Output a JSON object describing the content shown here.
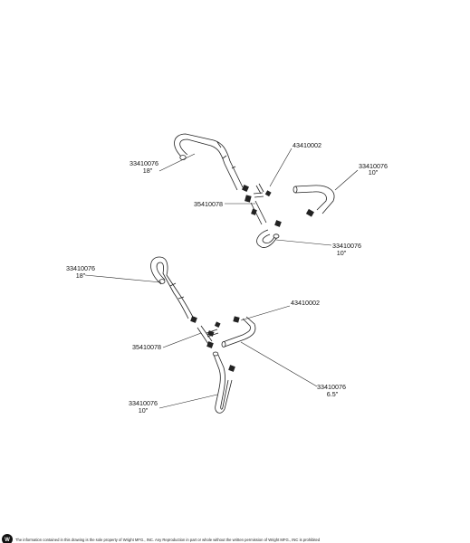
{
  "callouts": {
    "upper": {
      "hose_left_part": "33410076",
      "hose_left_len": "18\"",
      "clamp_part": "43410002",
      "hose_right_part": "33410076",
      "hose_right_len": "10\"",
      "tee_part": "35410078",
      "hose_bottom_part": "33410076",
      "hose_bottom_len": "10\""
    },
    "lower": {
      "hose_left_part": "33410076",
      "hose_left_len": "18\"",
      "clamp_part": "43410002",
      "tee_part": "35410078",
      "hose_right_part": "33410076",
      "hose_right_len": "6.5\"",
      "hose_bottom_part": "33410076",
      "hose_bottom_len": "10\""
    }
  },
  "footer": {
    "logo_letter": "W",
    "notice": "The information contained in this drawing is the sole property of Wright MFG., INC. Any Reproduction in part or whole without the written permission of Wright MFG., INC is prohibited"
  }
}
